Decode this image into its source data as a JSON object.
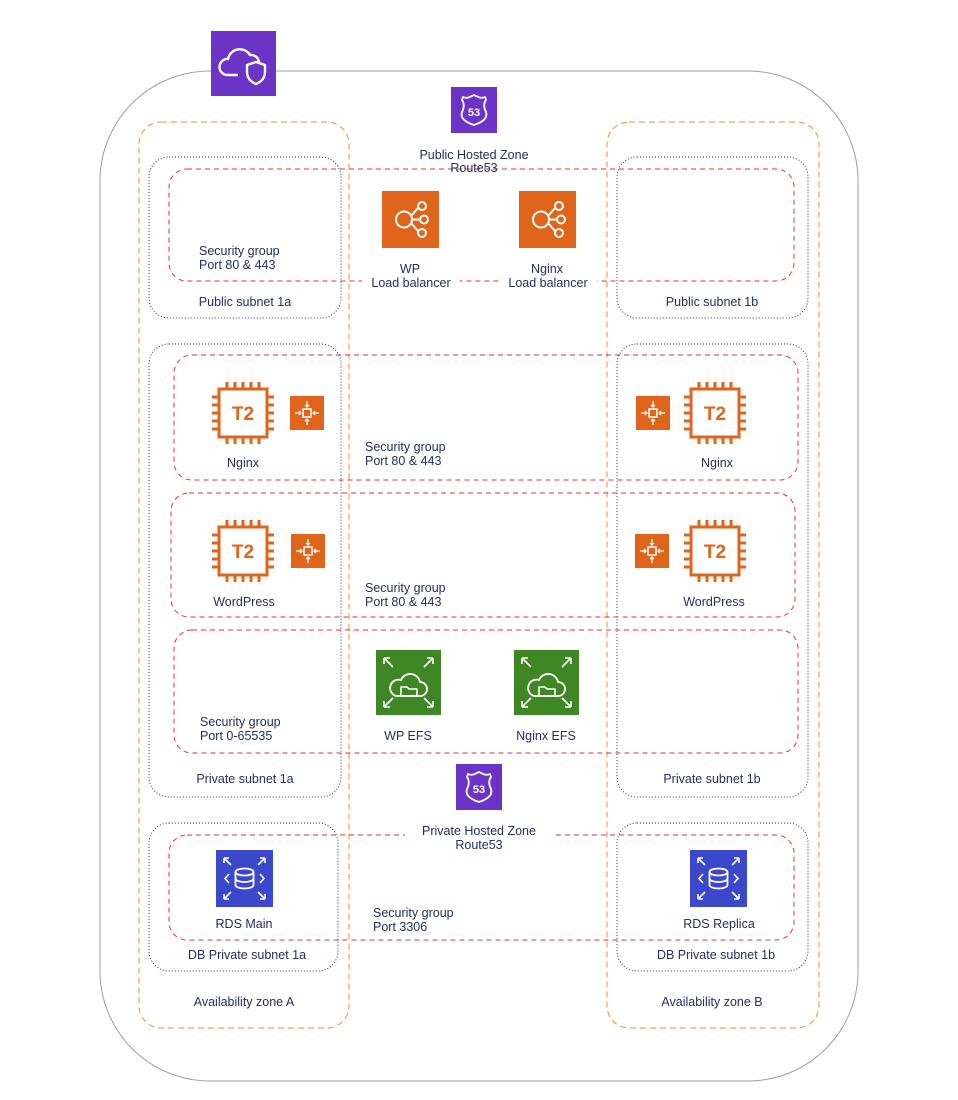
{
  "vpc": {
    "icon": "vpc-cloud-shield-icon",
    "color": "#6b34c7"
  },
  "public_hosted_zone": {
    "line1": "Public Hosted Zone",
    "line2": "Route53",
    "icon": "route53-icon",
    "badge": "53"
  },
  "private_hosted_zone": {
    "line1": "Private Hosted Zone",
    "line2": "Route53",
    "icon": "route53-icon",
    "badge": "53"
  },
  "load_balancers": {
    "wp": {
      "line1": "WP",
      "line2": "Load balancer",
      "icon": "load-balancer-icon"
    },
    "nginx": {
      "line1": "Nginx",
      "line2": "Load balancer",
      "icon": "load-balancer-icon"
    }
  },
  "subnets": {
    "public_1a": "Public subnet 1a",
    "public_1b": "Public subnet 1b",
    "private_1a": "Private subnet 1a",
    "private_1b": "Private subnet 1b",
    "db_private_1a": "DB Private subnet 1a",
    "db_private_1b": "DB Private subnet 1b"
  },
  "security_groups": {
    "public": {
      "line1": "Security group",
      "line2": "Port 80 & 443"
    },
    "nginx": {
      "line1": "Security group",
      "line2": "Port 80 & 443"
    },
    "wordpress": {
      "line1": "Security group",
      "line2": "Port 80 & 443"
    },
    "efs": {
      "line1": "Security group",
      "line2": "Port 0-65535"
    },
    "db": {
      "line1": "Security group",
      "line2": "Port 3306"
    }
  },
  "instances": {
    "nginx_a": {
      "label": "Nginx",
      "chip": "T2"
    },
    "nginx_b": {
      "label": "Nginx",
      "chip": "T2"
    },
    "wordpress_a": {
      "label": "WordPress",
      "chip": "T2"
    },
    "wordpress_b": {
      "label": "WordPress",
      "chip": "T2"
    }
  },
  "efs": {
    "wp": {
      "label": "WP EFS",
      "icon": "efs-icon"
    },
    "nginx": {
      "label": "Nginx EFS",
      "icon": "efs-icon"
    }
  },
  "rds": {
    "main": {
      "label": "RDS Main",
      "icon": "rds-icon"
    },
    "replica": {
      "label": "RDS Replica",
      "icon": "rds-icon"
    }
  },
  "availability_zones": {
    "a": "Availability zone A",
    "b": "Availability zone B"
  },
  "colors": {
    "purple": "#6b34c7",
    "orange": "#e0641a",
    "green": "#3f8624",
    "blue": "#3b48cc",
    "sg_red": "#d9363e",
    "az_orange": "#f08c34",
    "text": "#232f5e"
  }
}
